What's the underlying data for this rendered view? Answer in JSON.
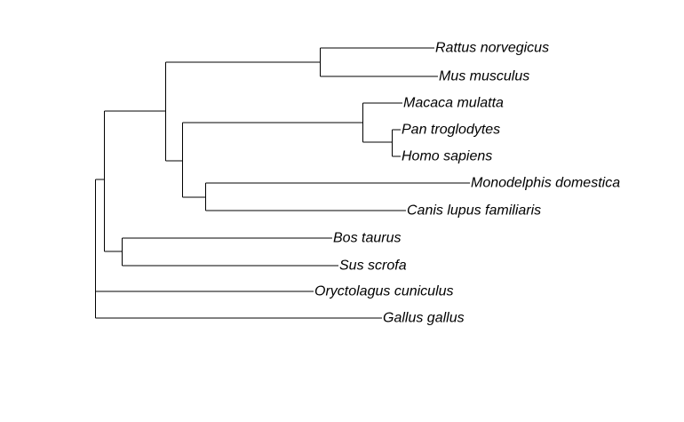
{
  "tree": {
    "type": "phylogenetic-tree",
    "line_color": "#000000",
    "background": "#ffffff",
    "tips": [
      {
        "id": "rattus",
        "label": "Rattus norvegicus"
      },
      {
        "id": "mus",
        "label": "Mus musculus"
      },
      {
        "id": "macaca",
        "label": "Macaca mulatta"
      },
      {
        "id": "pan",
        "label": "Pan troglodytes"
      },
      {
        "id": "homo",
        "label": "Homo sapiens"
      },
      {
        "id": "monodelphis",
        "label": "Monodelphis domestica"
      },
      {
        "id": "canis",
        "label": "Canis lupus familiaris"
      },
      {
        "id": "bos",
        "label": "Bos taurus"
      },
      {
        "id": "sus",
        "label": "Sus scrofa"
      },
      {
        "id": "oryctolagus",
        "label": "Oryctolagus cuniculus"
      },
      {
        "id": "gallus",
        "label": "Gallus gallus"
      }
    ]
  }
}
